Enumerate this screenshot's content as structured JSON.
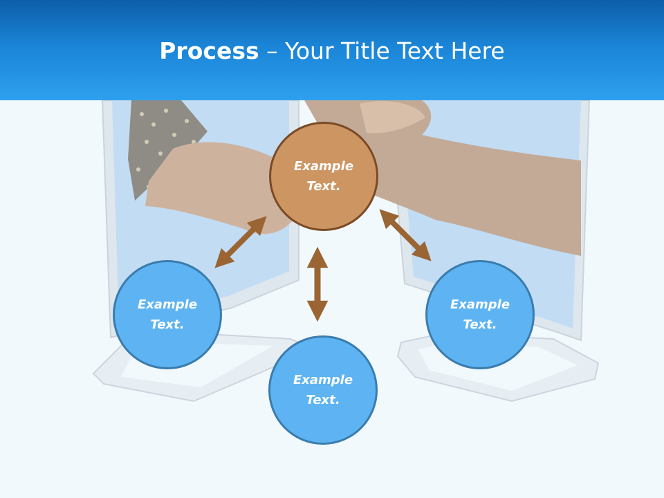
{
  "slide": {
    "title_bold": "Process",
    "title_dash": " – ",
    "title_rest": "Your Title Text Here"
  },
  "nodes": {
    "top": {
      "line1": "Example",
      "line2": "Text."
    },
    "left": {
      "line1": "Example",
      "line2": "Text."
    },
    "bottom": {
      "line1": "Example",
      "line2": "Text."
    },
    "right": {
      "line1": "Example",
      "line2": "Text."
    }
  },
  "colors": {
    "header_dark": "#0d5ea8",
    "header_light": "#2ea0ee",
    "node_top_fill": "#cd9562",
    "node_top_border": "#7a4a26",
    "node_blue_fill": "#5eb4f2",
    "node_blue_border": "#3a7cad",
    "arrow": "#9a6433"
  }
}
